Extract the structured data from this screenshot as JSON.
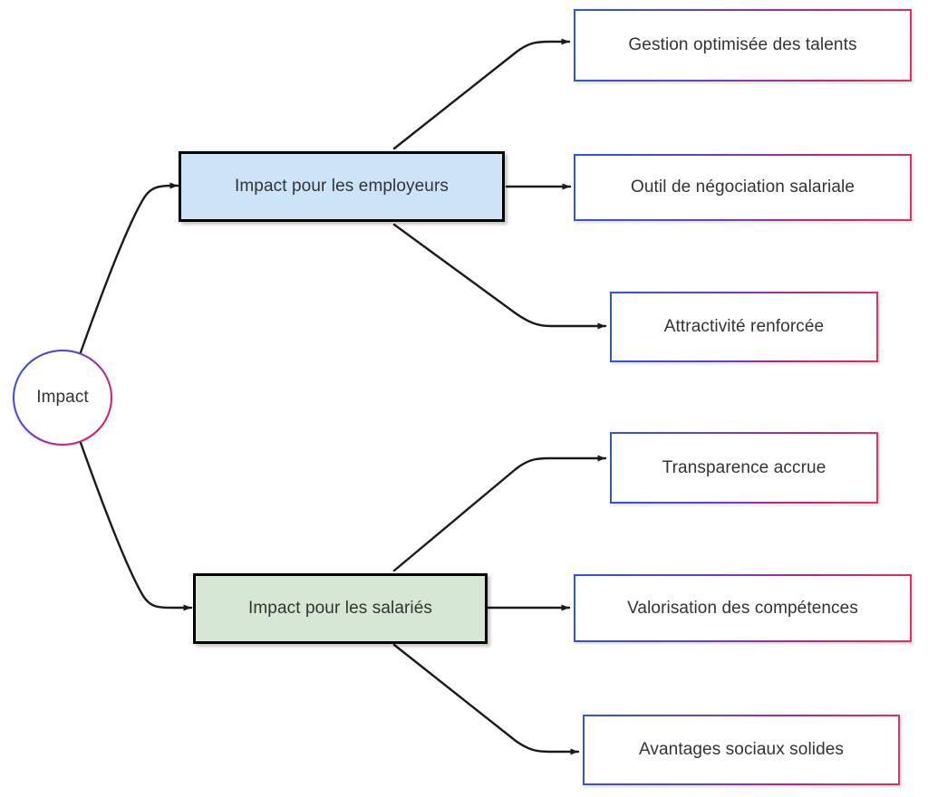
{
  "diagram": {
    "type": "mindmap-flowchart",
    "title": "Impact",
    "root": {
      "label": "Impact",
      "shape": "circle",
      "border_gradient_from": "#2b54e8",
      "border_gradient_to": "#e01f55",
      "fill": "#ffffff"
    },
    "branches": [
      {
        "label": "Impact pour les employeurs",
        "shape": "rectangle",
        "fill": "#cde3f8",
        "border": "#000000",
        "children": [
          {
            "label": "Gestion optimisée des talents",
            "fill": "#ffffff",
            "border_gradient_from": "#2b54e8",
            "border_gradient_to": "#ec2d5e"
          },
          {
            "label": "Outil de négociation salariale",
            "fill": "#ffffff",
            "border_gradient_from": "#2b54e8",
            "border_gradient_to": "#ec2d5e"
          },
          {
            "label": "Attractivité renforcée",
            "fill": "#ffffff",
            "border_gradient_from": "#2b54e8",
            "border_gradient_to": "#ec2d5e"
          }
        ]
      },
      {
        "label": "Impact pour les salariés",
        "shape": "rectangle",
        "fill": "#d6e8d5",
        "border": "#000000",
        "children": [
          {
            "label": "Transparence accrue",
            "fill": "#ffffff",
            "border_gradient_from": "#2b54e8",
            "border_gradient_to": "#ec2d5e"
          },
          {
            "label": "Valorisation des compétences",
            "fill": "#ffffff",
            "border_gradient_from": "#2b54e8",
            "border_gradient_to": "#ec2d5e"
          },
          {
            "label": "Avantages sociaux solides",
            "fill": "#ffffff",
            "border_gradient_from": "#2b54e8",
            "border_gradient_to": "#ec2d5e"
          }
        ]
      }
    ],
    "edges": [
      {
        "from": "Impact",
        "to": "Impact pour les employeurs",
        "style": "curved-arrow",
        "color": "#1a1a1a"
      },
      {
        "from": "Impact",
        "to": "Impact pour les salariés",
        "style": "curved-arrow",
        "color": "#1a1a1a"
      },
      {
        "from": "Impact pour les employeurs",
        "to": "Gestion optimisée des talents",
        "style": "curved-arrow",
        "color": "#1a1a1a"
      },
      {
        "from": "Impact pour les employeurs",
        "to": "Outil de négociation salariale",
        "style": "straight-arrow",
        "color": "#1a1a1a"
      },
      {
        "from": "Impact pour les employeurs",
        "to": "Attractivité renforcée",
        "style": "curved-arrow",
        "color": "#1a1a1a"
      },
      {
        "from": "Impact pour les salariés",
        "to": "Transparence accrue",
        "style": "curved-arrow",
        "color": "#1a1a1a"
      },
      {
        "from": "Impact pour les salariés",
        "to": "Valorisation des compétences",
        "style": "straight-arrow",
        "color": "#1a1a1a"
      },
      {
        "from": "Impact pour les salariés",
        "to": "Avantages sociaux solides",
        "style": "curved-arrow",
        "color": "#1a1a1a"
      }
    ]
  }
}
